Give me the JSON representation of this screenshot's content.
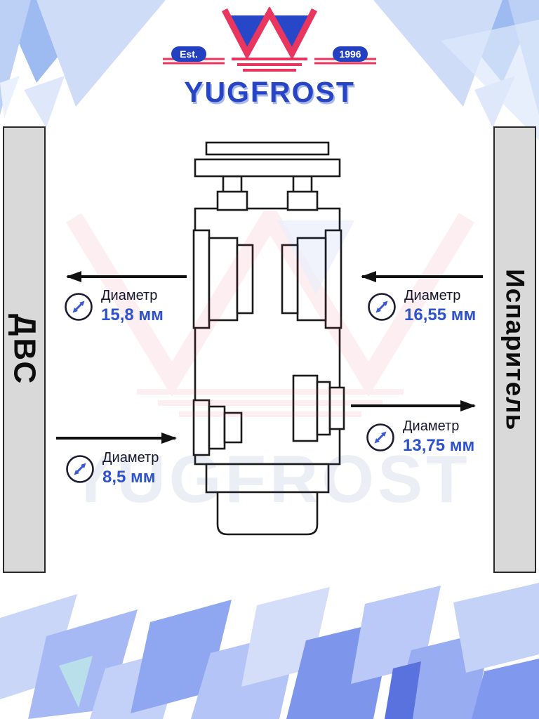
{
  "logo": {
    "est": "Est.",
    "year": "1996",
    "brand": "YUGFROST"
  },
  "watermark": {
    "brand": "YUGFROST"
  },
  "labels": {
    "left": "ДВС",
    "right": "Испаритель"
  },
  "callouts": {
    "upper_left": {
      "label": "Диаметр",
      "value": "15,8 мм",
      "arrow": "points-left-toward-dvs"
    },
    "upper_right": {
      "label": "Диаметр",
      "value": "16,55 мм",
      "arrow": "points-left-toward-valve"
    },
    "lower_left": {
      "label": "Диаметр",
      "value": "8,5 мм",
      "arrow": "points-right-toward-valve"
    },
    "lower_right": {
      "label": "Диаметр",
      "value": "13,75 мм",
      "arrow": "points-right-toward-evaporator"
    }
  },
  "colors": {
    "value_blue": "#2d52cc",
    "brand_blue": "#2744c4",
    "brand_red": "#e8365f",
    "badge_blue": "#2340c0",
    "bar_fill": "#d9d9d9",
    "outline": "#1a1a1a"
  }
}
